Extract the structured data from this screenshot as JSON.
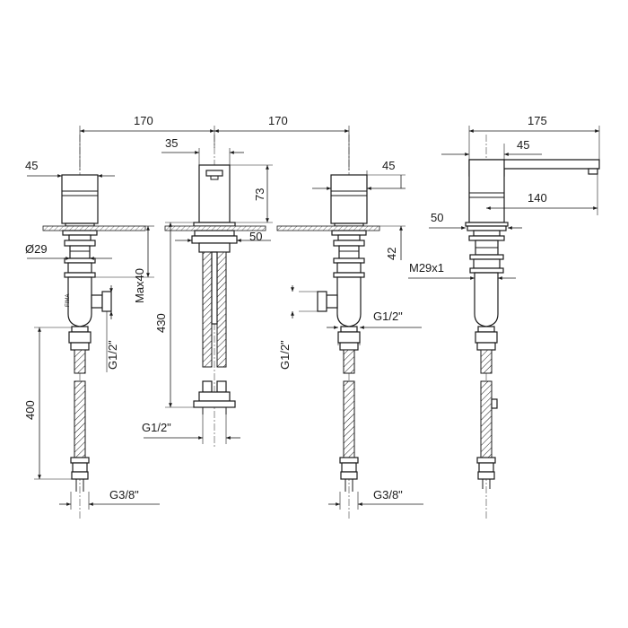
{
  "drawing": {
    "top_dimensions": {
      "left_span": "170",
      "right_span": "170",
      "spout_reach": "175"
    },
    "left_valve": {
      "handle_width": "45",
      "nut_diameter": "Ø29",
      "max_deck": "Max40",
      "inlet_thread": "G1/2\"",
      "hose_length": "400",
      "hose_thread": "G3/8\""
    },
    "center_spout": {
      "spout_width": "35",
      "spout_height": "73",
      "base_width": "50",
      "total_length": "430",
      "inlet_thread": "G1/2\""
    },
    "right_valve": {
      "handle_width": "45",
      "height_above_deck": "42",
      "outlet_thread": "G1/2\"",
      "inlet_thread": "G1/2\"",
      "hose_thread": "G3/8\""
    },
    "side_view": {
      "spout_top_width": "45",
      "spout_projection": "140",
      "base_width": "50",
      "shank_thread": "M29x1"
    }
  }
}
